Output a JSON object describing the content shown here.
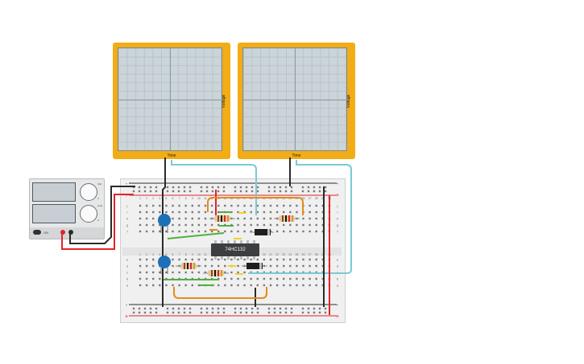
{
  "oscilloscopes": [
    {
      "time_label": "Time",
      "voltage_label": "Voltage"
    },
    {
      "time_label": "Time",
      "voltage_label": "Voltage"
    }
  ],
  "power_supply": {
    "on_label": "ON",
    "knob1_tag": "Volt",
    "knob2_tag": "Amp",
    "knob1_max_tag": "V",
    "knob2_max_tag": "A"
  },
  "breadboard": {
    "top_row_letters": [
      "j",
      "i",
      "h",
      "g",
      "f"
    ],
    "bottom_row_letters": [
      "e",
      "d",
      "c",
      "b",
      "a"
    ],
    "column_numbers": [
      "1",
      "2",
      "3",
      "4",
      "5",
      "6",
      "7",
      "8",
      "9",
      "10",
      "11",
      "12",
      "13",
      "14",
      "15",
      "16",
      "17",
      "18",
      "19",
      "20",
      "21",
      "22",
      "23",
      "24",
      "25",
      "26",
      "27",
      "28",
      "29",
      "30"
    ],
    "rail_plus": "+",
    "rail_minus": "-"
  },
  "ic_chip": {
    "label": "74HC132"
  },
  "colors": {
    "scope_body": "#f2ac16",
    "wire_cyan": "#7ccad3",
    "wire_orange": "#e88a1b",
    "wire_red": "#e0242a",
    "wire_black": "#2a2a2a",
    "wire_green": "#4fb041",
    "capacitor_blue": "#1d6fb8",
    "resistor_body": "#e7c89c"
  }
}
